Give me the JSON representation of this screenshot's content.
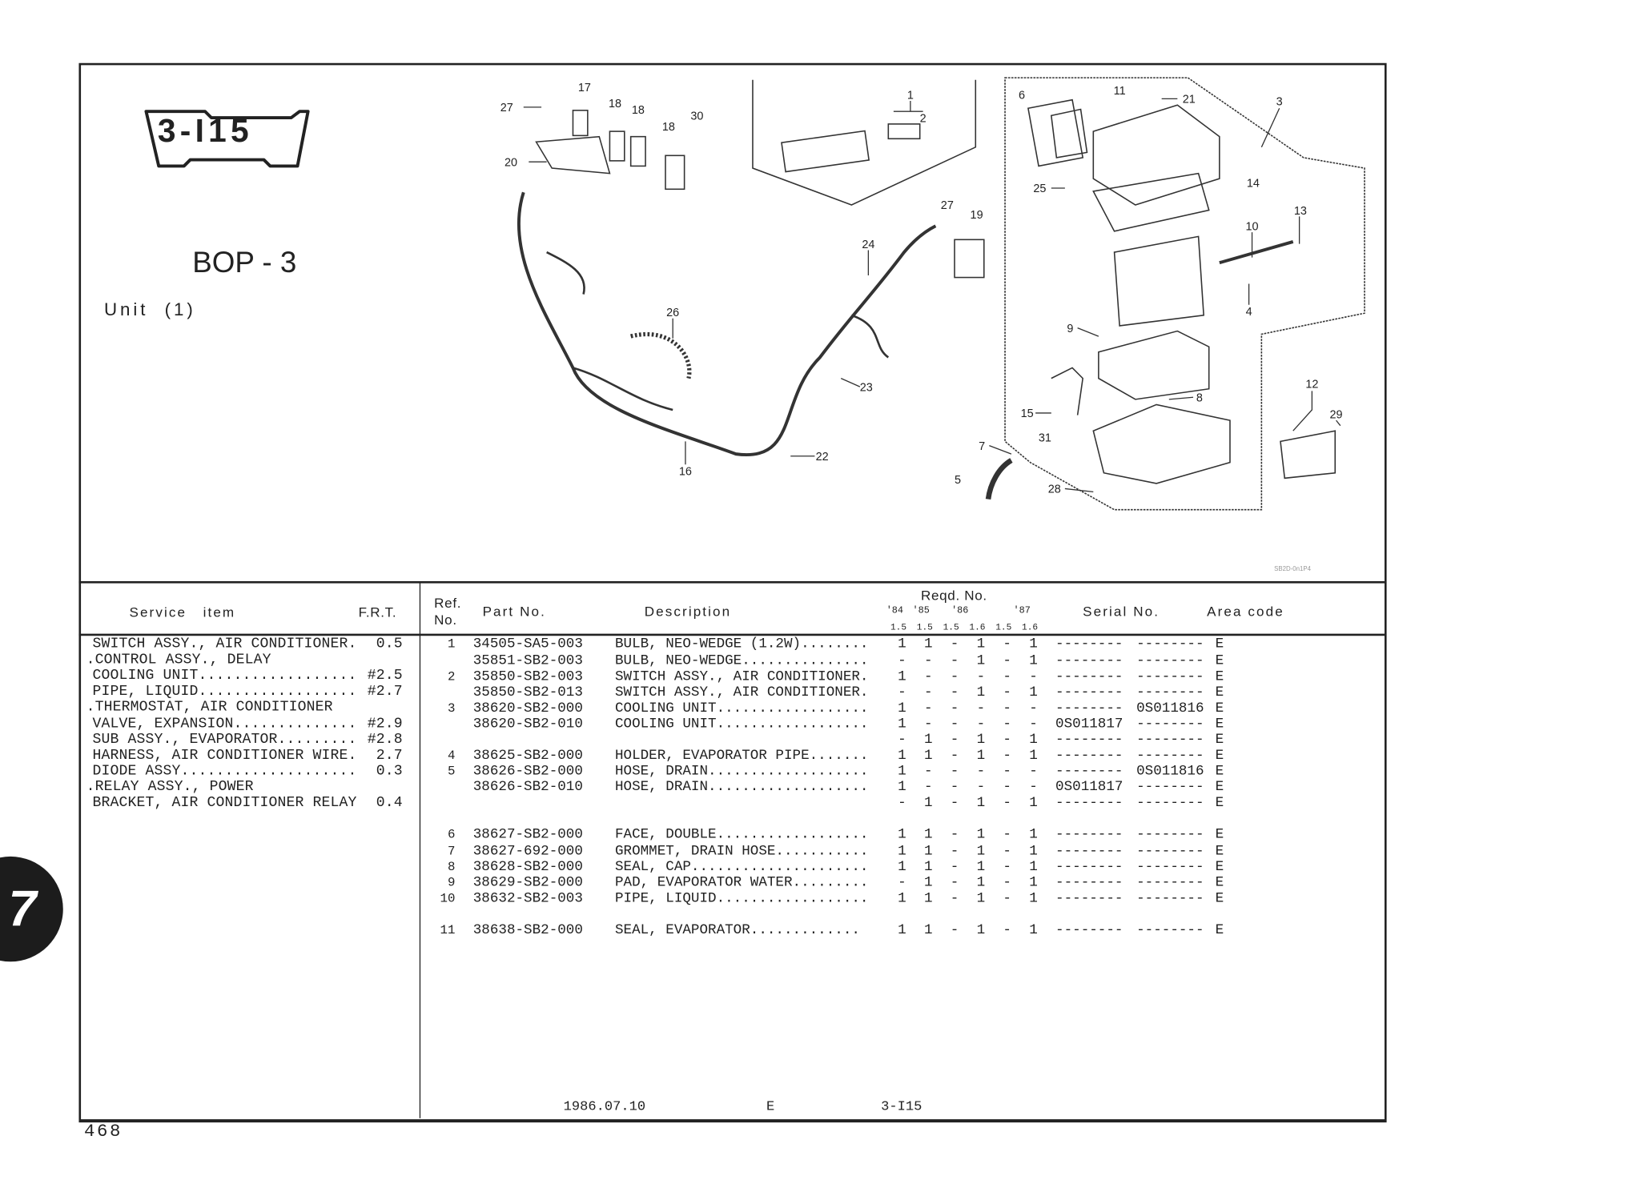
{
  "header": {
    "section_code": "3-I15",
    "model": "BOP - 3",
    "unit": "Unit  (1)",
    "diagram_code": "SB2D-0n1P4"
  },
  "chapter_tab": "7",
  "callouts": [
    "17",
    "18",
    "18",
    "18",
    "30",
    "27",
    "20",
    "1",
    "2",
    "27",
    "19",
    "24",
    "26",
    "23",
    "22",
    "16",
    "6",
    "11",
    "21",
    "3",
    "25",
    "14",
    "13",
    "10",
    "4",
    "9",
    "8",
    "12",
    "29",
    "15",
    "31",
    "7",
    "5",
    "28"
  ],
  "service_table": {
    "headers": {
      "item": "Service   item",
      "frt": "F.R.T."
    },
    "rows": [
      {
        "item": "SWITCH ASSY., AIR CONDITIONER.",
        "frt": "0.5"
      },
      {
        "item": ".CONTROL ASSY., DELAY",
        "frt": ""
      },
      {
        "item": "COOLING UNIT..................",
        "frt": "#2.5"
      },
      {
        "item": "PIPE, LIQUID..................",
        "frt": "#2.7"
      },
      {
        "item": ".THERMOSTAT, AIR CONDITIONER",
        "frt": ""
      },
      {
        "item": "VALVE, EXPANSION..............",
        "frt": "#2.9"
      },
      {
        "item": "SUB ASSY., EVAPORATOR.........",
        "frt": "#2.8"
      },
      {
        "item": "HARNESS, AIR CONDITIONER WIRE.",
        "frt": "2.7"
      },
      {
        "item": "DIODE ASSY....................",
        "frt": "0.3"
      },
      {
        "item": ".RELAY ASSY., POWER",
        "frt": ""
      },
      {
        "item": "BRACKET, AIR CONDITIONER RELAY",
        "frt": "0.4"
      }
    ]
  },
  "parts_table": {
    "headers": {
      "ref": "Ref.",
      "ref2": "No.",
      "part": "Part No.",
      "desc": "Description",
      "reqd": "Reqd. No.",
      "years": [
        "'84",
        "'85",
        "'86",
        "'87"
      ],
      "engines": [
        "1.5",
        "1.5",
        "1.5",
        "1.6",
        "1.5",
        "1.6"
      ],
      "serial": "Serial No.",
      "area": "Area code"
    },
    "rows": [
      {
        "ref": "1",
        "part": "34505-SA5-003",
        "desc": "BULB, NEO-WEDGE (1.2W)........",
        "q": [
          "1",
          "1",
          "-",
          "1",
          "-",
          "1"
        ],
        "s1": "--------",
        "s2": "--------",
        "area": "E"
      },
      {
        "ref": "",
        "part": "35851-SB2-003",
        "desc": "BULB, NEO-WEDGE...............",
        "q": [
          "-",
          "-",
          "-",
          "1",
          "-",
          "1"
        ],
        "s1": "--------",
        "s2": "--------",
        "area": "E"
      },
      {
        "ref": "2",
        "part": "35850-SB2-003",
        "desc": "SWITCH ASSY., AIR CONDITIONER.",
        "q": [
          "1",
          "-",
          "-",
          "-",
          "-",
          "-"
        ],
        "s1": "--------",
        "s2": "--------",
        "area": "E"
      },
      {
        "ref": "",
        "part": "35850-SB2-013",
        "desc": "SWITCH ASSY., AIR CONDITIONER.",
        "q": [
          "-",
          "-",
          "-",
          "1",
          "-",
          "1"
        ],
        "s1": "--------",
        "s2": "--------",
        "area": "E"
      },
      {
        "ref": "3",
        "part": "38620-SB2-000",
        "desc": "COOLING UNIT..................",
        "q": [
          "1",
          "-",
          "-",
          "-",
          "-",
          "-"
        ],
        "s1": "--------",
        "s2": "0S011816",
        "area": "E"
      },
      {
        "ref": "",
        "part": "38620-SB2-010",
        "desc": "COOLING UNIT..................",
        "q": [
          "1",
          "-",
          "-",
          "-",
          "-",
          "-"
        ],
        "s1": "0S011817",
        "s2": "--------",
        "area": "E"
      },
      {
        "ref": "",
        "part": "",
        "desc": "",
        "q": [
          "-",
          "1",
          "-",
          "1",
          "-",
          "1"
        ],
        "s1": "--------",
        "s2": "--------",
        "area": "E"
      },
      {
        "ref": "4",
        "part": "38625-SB2-000",
        "desc": "HOLDER, EVAPORATOR PIPE.......",
        "q": [
          "1",
          "1",
          "-",
          "1",
          "-",
          "1"
        ],
        "s1": "--------",
        "s2": "--------",
        "area": "E"
      },
      {
        "ref": "5",
        "part": "38626-SB2-000",
        "desc": "HOSE, DRAIN...................",
        "q": [
          "1",
          "-",
          "-",
          "-",
          "-",
          "-"
        ],
        "s1": "--------",
        "s2": "0S011816",
        "area": "E"
      },
      {
        "ref": "",
        "part": "38626-SB2-010",
        "desc": "HOSE, DRAIN...................",
        "q": [
          "1",
          "-",
          "-",
          "-",
          "-",
          "-"
        ],
        "s1": "0S011817",
        "s2": "--------",
        "area": "E"
      },
      {
        "ref": "",
        "part": "",
        "desc": "",
        "q": [
          "-",
          "1",
          "-",
          "1",
          "-",
          "1"
        ],
        "s1": "--------",
        "s2": "--------",
        "area": "E"
      },
      {
        "ref": "6",
        "part": "38627-SB2-000",
        "desc": "FACE, DOUBLE..................",
        "q": [
          "1",
          "1",
          "-",
          "1",
          "-",
          "1"
        ],
        "s1": "--------",
        "s2": "--------",
        "area": "E"
      },
      {
        "ref": "7",
        "part": "38627-692-000",
        "desc": "GROMMET, DRAIN HOSE...........",
        "q": [
          "1",
          "1",
          "-",
          "1",
          "-",
          "1"
        ],
        "s1": "--------",
        "s2": "--------",
        "area": "E"
      },
      {
        "ref": "8",
        "part": "38628-SB2-000",
        "desc": "SEAL, CAP.....................",
        "q": [
          "1",
          "1",
          "-",
          "1",
          "-",
          "1"
        ],
        "s1": "--------",
        "s2": "--------",
        "area": "E"
      },
      {
        "ref": "9",
        "part": "38629-SB2-000",
        "desc": "PAD, EVAPORATOR WATER.........",
        "q": [
          "-",
          "1",
          "-",
          "1",
          "-",
          "1"
        ],
        "s1": "--------",
        "s2": "--------",
        "area": "E"
      },
      {
        "ref": "10",
        "part": "38632-SB2-003",
        "desc": "PIPE, LIQUID..................",
        "q": [
          "1",
          "1",
          "-",
          "1",
          "-",
          "1"
        ],
        "s1": "--------",
        "s2": "--------",
        "area": "E"
      },
      {
        "ref": "11",
        "part": "38638-SB2-000",
        "desc": "SEAL, EVAPORATOR.............",
        "q": [
          "1",
          "1",
          "-",
          "1",
          "-",
          "1"
        ],
        "s1": "--------",
        "s2": "--------",
        "area": "E"
      }
    ]
  },
  "footer": {
    "date": "1986.07.10",
    "area": "E",
    "code": "3-I15",
    "page_number": "468"
  }
}
